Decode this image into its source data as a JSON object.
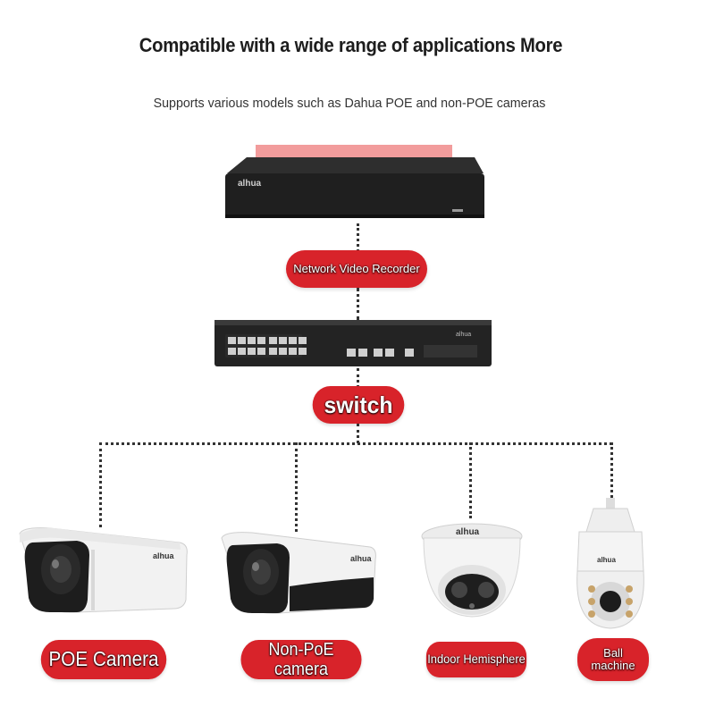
{
  "header": {
    "title": "Compatible with a wide range of applications More",
    "subtitle": "Supports various models such as Dahua POE and non-POE cameras"
  },
  "nvr": {
    "label": "Network Video Recorder",
    "brand": "alhua"
  },
  "switch": {
    "label": "switch",
    "brand": "alhua"
  },
  "cameras": [
    {
      "label": "POE Camera",
      "brand": "alhua"
    },
    {
      "label": "Non-PoE camera",
      "brand": "alhua"
    },
    {
      "label": "Indoor Hemisphere",
      "brand": "alhua"
    },
    {
      "label": "Ball machine",
      "brand": "alhua"
    }
  ],
  "colors": {
    "accent": "#d8232a",
    "device": "#1f1f1f",
    "camera_body": "#f2f2f2"
  }
}
